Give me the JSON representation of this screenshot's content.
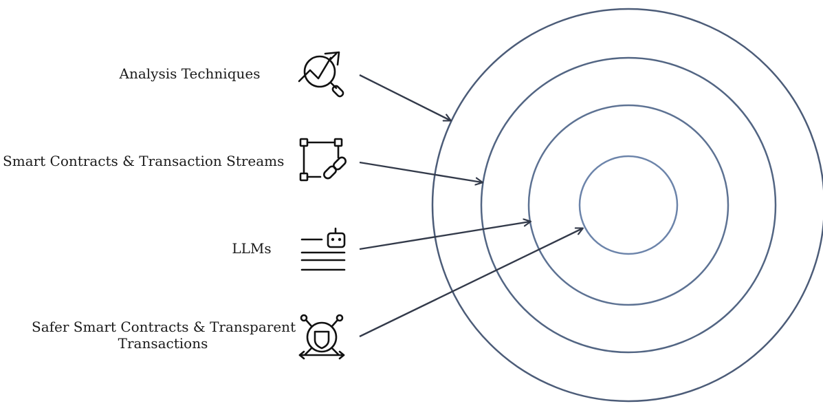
{
  "layers": [
    {
      "id": "analysis",
      "icon": "chart-search-icon",
      "lines": [
        "Analysis Techniques"
      ]
    },
    {
      "id": "contracts",
      "icon": "contract-link-icon",
      "lines": [
        "Smart Contracts & Transaction Streams"
      ]
    },
    {
      "id": "llms",
      "icon": "bot-text-icon",
      "lines": [
        "LLMs"
      ]
    },
    {
      "id": "safer",
      "icon": "shield-network-icon",
      "lines": [
        "Safer Smart Contracts & Transparent",
        "Transactions"
      ]
    }
  ],
  "rings": [
    {
      "color": "#4c5c78"
    },
    {
      "color": "#526583"
    },
    {
      "color": "#5d7293"
    },
    {
      "color": "#6c84aa"
    }
  ]
}
